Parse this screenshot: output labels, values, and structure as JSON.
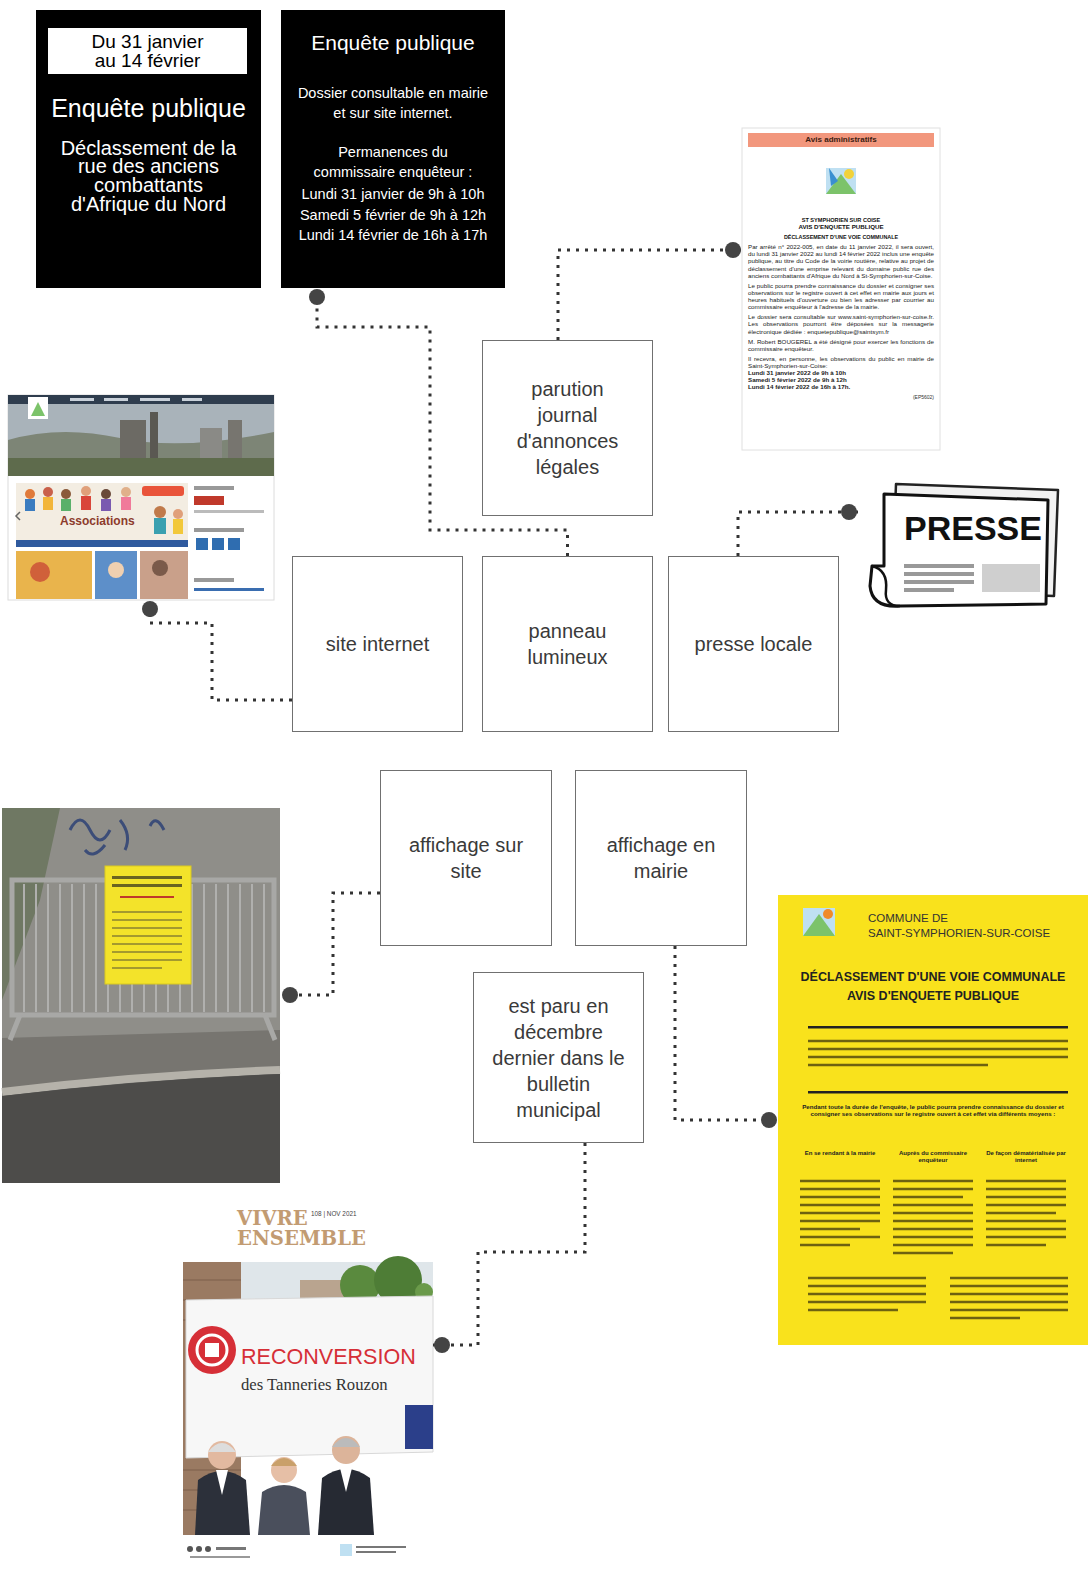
{
  "diagram": {
    "nodes": [
      {
        "text": [
          "Enquête publique",
          "Déclassement de la rue des anciens combattants d'Afrique du Nord"
        ]
      },
      {
        "text": [
          "Du 31 janvier au 14 février"
        ],
        "in": 0
      },
      {
        "text": [
          "Enquête publique",
          "Dossier consultable en mairie et sur site internet.",
          "Permanences du commissaire enquêteur :",
          "Lundi 31 janvier de 9h à 10h",
          "Samedi 5 février de 9h à 12h",
          "Lundi 14 février de 16h à 17h"
        ]
      },
      {
        "text": [
          "Avis administratifs",
          "ST SYMPHORIEN SUR COISE",
          "AVIS D'ENQUETE PUBLIQUE",
          "DÉCLASSEMENT D'UNE VOIE COMMUNALE",
          "Par arrêté n° 2022-005, en date du 11 janvier 2022, il sera ouvert, du lundi 31 janvier 2022 au lundi 14 février 2022 inclus une enquête publique, au titre du Code de la voirie routière, relative au projet de déclassement d'une emprise relevant du domaine public rue des anciens combattants d'Afrique du Nord à St-Symphorien-sur-Coise.",
          "Le public pourra prendre connaissance du dossier et consigner ses observations sur le registre ouvert à cet effet en mairie aux jours et heures habituels d'ouverture ou bien les adresser par courrier au commissaire enquêteur à l'adresse de la mairie.",
          "Le dossier sera consultable sur www.saint-symphorien-sur-coise.fr. Les observations pourront être déposées sur la messagerie électronique dédiée : enquetepublique@saintsym.fr",
          "M. Robert BOUGEREL a été désigné pour exercer les fonctions de commissaire enquêteur.",
          "Il recevra, en personne, les observations du public en mairie de Saint-Symphorien-sur-Coise:",
          "Lundi 31 janvier 2022 de 9h à 10h",
          "Samedi 5 février 2022 de 9h à 12h",
          "Lundi 14 février 2022 de 16h à 17h.",
          "(EP5602)"
        ]
      },
      {
        "text": [
          "parution journal d'annonces légales"
        ]
      },
      {
        "text": [
          "Associations"
        ]
      },
      {
        "text": [
          "PRESSE"
        ]
      },
      {
        "text": [
          "site internet"
        ]
      },
      {
        "text": [
          "panneau lumineux"
        ]
      },
      {
        "text": [
          "presse locale"
        ]
      },
      {
        "text": [
          "affichage sur site"
        ]
      },
      {
        "text": [
          "affichage en mairie"
        ]
      },
      {
        "text": [
          "COMMUNE DE",
          "SAINT-SYMPHORIEN-SUR-COISE",
          "DÉCLASSEMENT D'UNE VOIE COMMUNALE AVIS D'ENQUETE PUBLIQUE",
          "Pendant toute la durée de l'enquête, le public pourra prendre connaissance du dossier et consigner ses observations sur le registre ouvert à cet effet via différents moyens :",
          "En se rendant à la mairie",
          "Auprès du commissaire enquêteur",
          "De façon dématérialisée par internet"
        ]
      },
      {
        "text": [
          "est paru en décembre dernier dans le bulletin municipal"
        ]
      },
      {
        "text": [
          "VIVRE ENSEMBLE",
          "108 | NOV 2021",
          "RECONVERSION",
          "des Tanneries Rouzon"
        ]
      }
    ],
    "edges": [
      {
        "from": 8,
        "to": 2,
        "arrow": "none"
      },
      {
        "from": 4,
        "to": 3,
        "arrow": "none"
      },
      {
        "from": 9,
        "to": 6,
        "arrow": "none"
      },
      {
        "from": 7,
        "to": 5,
        "arrow": "none"
      },
      {
        "from": 11,
        "to": 12,
        "arrow": "none"
      },
      {
        "from": 13,
        "to": 14,
        "arrow": "none"
      }
    ]
  }
}
